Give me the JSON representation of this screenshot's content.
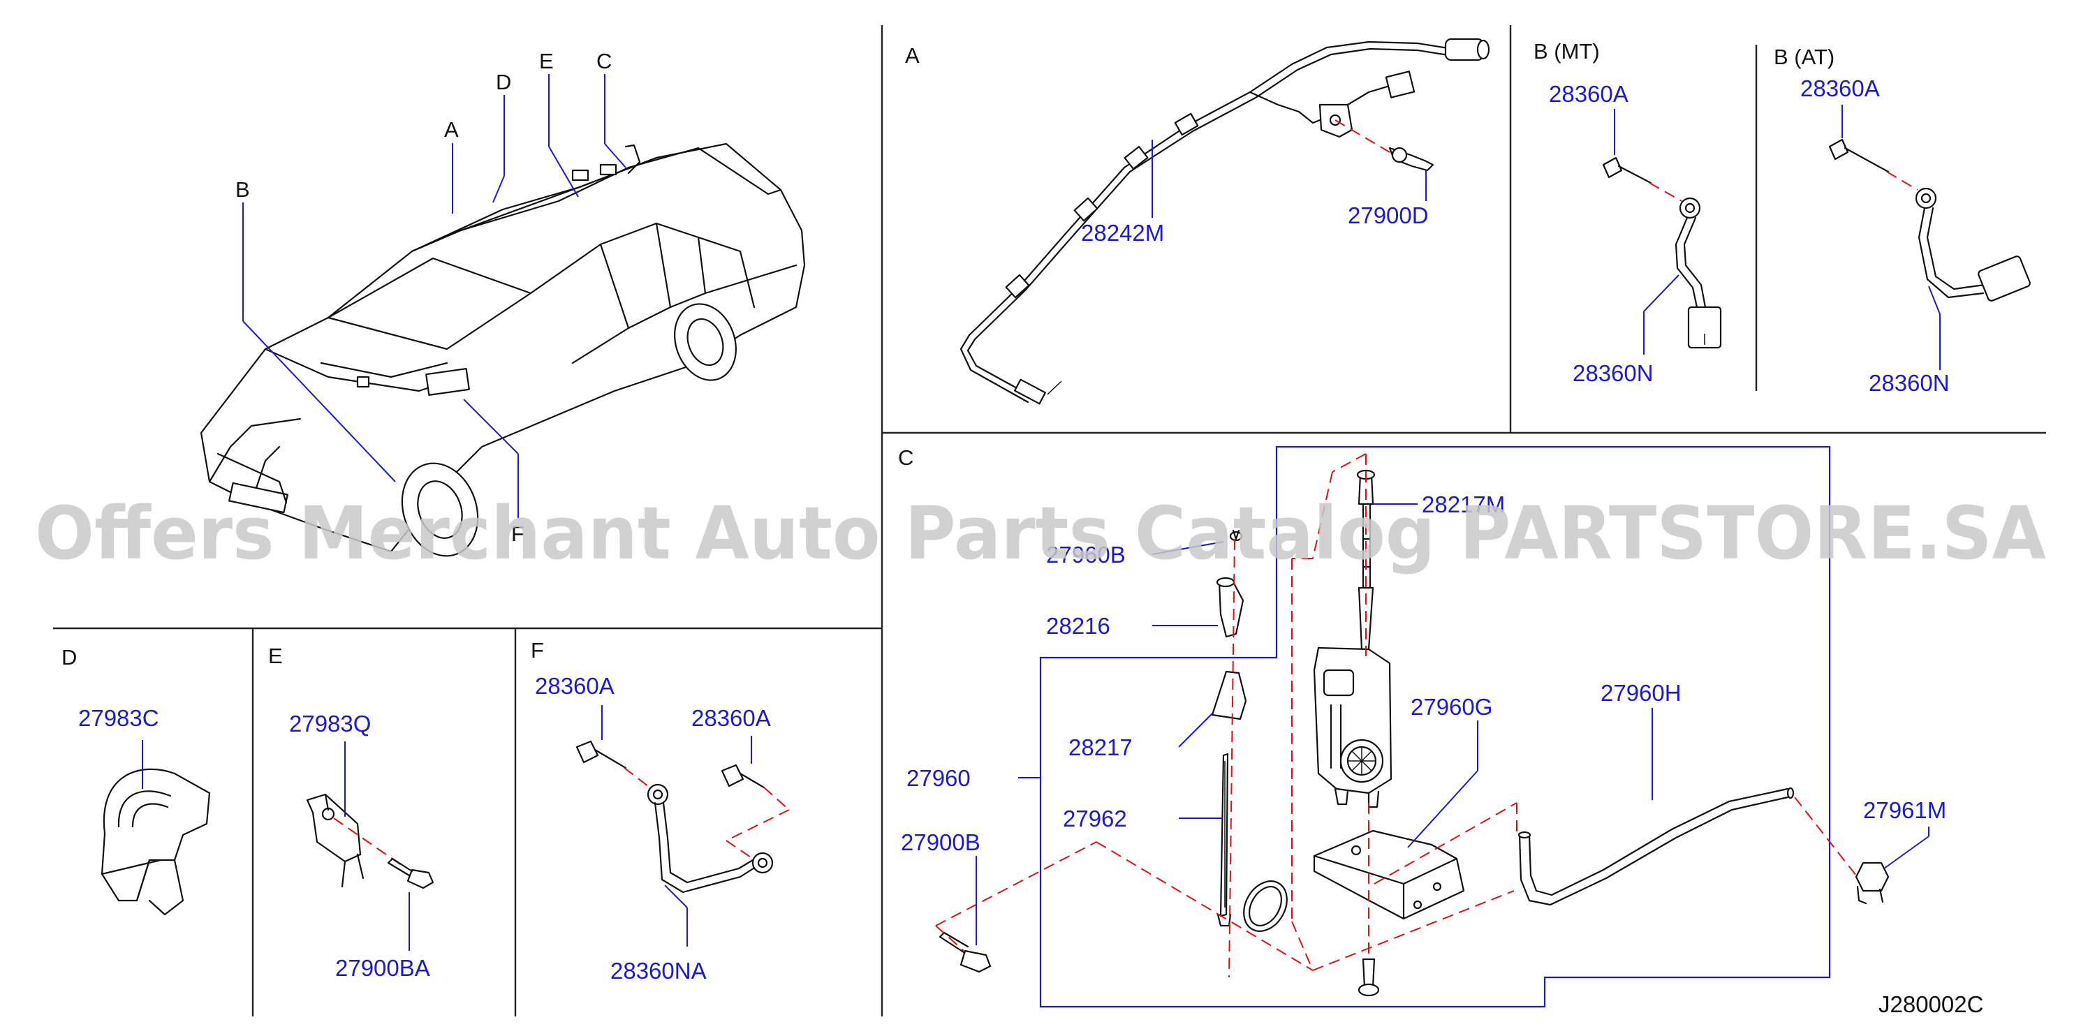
{
  "sections": {
    "A": "A",
    "B_MT": "B  (MT)",
    "B_AT": "B  (AT)",
    "C": "C",
    "D": "D",
    "E": "E",
    "F": "F"
  },
  "car_callouts": {
    "A": "A",
    "B": "B",
    "C": "C",
    "D": "D",
    "E": "E",
    "F": "F"
  },
  "parts": {
    "p28242M": "28242M",
    "p27900D": "27900D",
    "p28360A_mt": "28360A",
    "p28360N_mt": "28360N",
    "p28360A_at": "28360A",
    "p28360N_at": "28360N",
    "p28217M": "28217M",
    "p27960B": "27960B",
    "p28216": "28216",
    "p28217": "28217",
    "p27960": "27960",
    "p27962": "27962",
    "p27900B": "27900B",
    "p27960G": "27960G",
    "p27960H": "27960H",
    "p27961M": "27961M",
    "p27983C": "27983C",
    "p27983Q": "27983Q",
    "p27900BA": "27900BA",
    "p28360A_f1": "28360A",
    "p28360A_f2": "28360A",
    "p28360NA": "28360NA"
  },
  "diagram_code": "J280002C",
  "watermark": "Offers Merchant Auto Parts Catalog PARTSTORE.SA",
  "colors": {
    "part_number": "#1a1ad6",
    "centerline": "#e01010",
    "watermark": "#c9c9c9"
  }
}
